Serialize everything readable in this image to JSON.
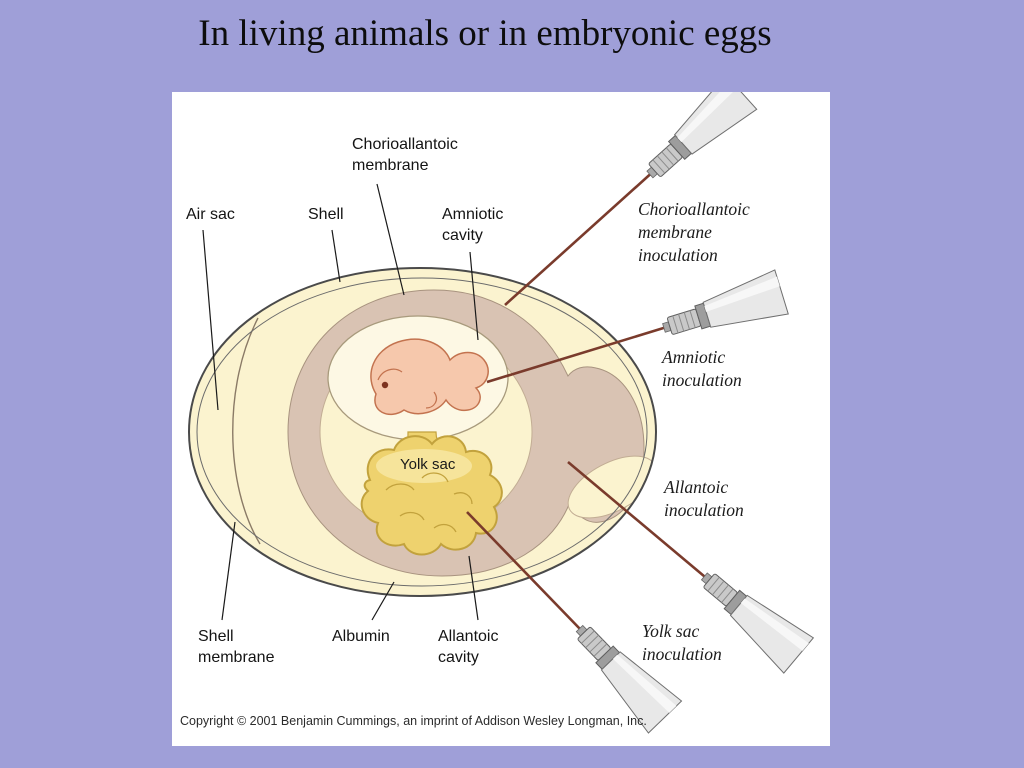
{
  "slide": {
    "title": "In living animals or in embryonic eggs"
  },
  "figure": {
    "labels": {
      "chorioallantoic_membrane": [
        "Chorioallantoic",
        "membrane"
      ],
      "air_sac": "Air sac",
      "shell": "Shell",
      "amniotic_cavity": [
        "Amniotic",
        "cavity"
      ],
      "yolk_sac": "Yolk sac",
      "shell_membrane": [
        "Shell",
        "membrane"
      ],
      "albumin": "Albumin",
      "allantoic_cavity": [
        "Allantoic",
        "cavity"
      ]
    },
    "inoculations": {
      "chorioallantoic": [
        "Chorioallantoic",
        "membrane",
        "inoculation"
      ],
      "amniotic": [
        "Amniotic",
        "inoculation"
      ],
      "allantoic": [
        "Allantoic",
        "inoculation"
      ],
      "yolk_sac": [
        "Yolk sac",
        "inoculation"
      ]
    },
    "copyright": "Copyright © 2001 Benjamin Cummings, an imprint of Addison Wesley Longman, Inc.",
    "colors": {
      "slide_background": "#9f9fd8",
      "panel_background": "#ffffff",
      "egg_albumin": "#fbf3cf",
      "chorioallantoic_tan": "#d9c3b3",
      "yolk_yellow": "#eed26e",
      "embryo_pink": "#f6c8ac",
      "needle_brown": "#7a3b2c"
    }
  }
}
